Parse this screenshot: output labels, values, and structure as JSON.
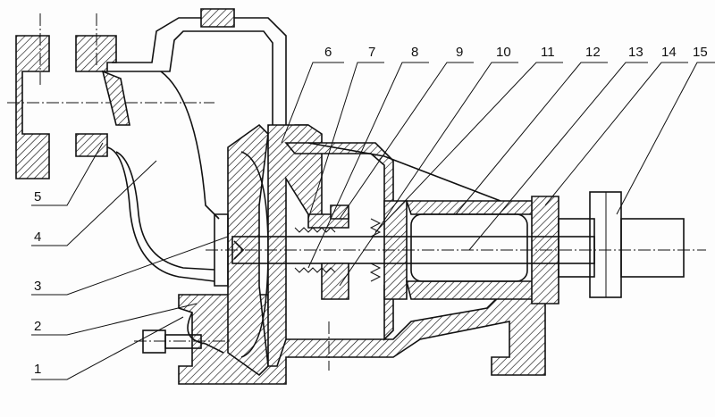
{
  "diagram": {
    "title": "Self-priming centrifugal pump sectional drawing",
    "callouts_left": [
      "1",
      "2",
      "3",
      "4",
      "5"
    ],
    "callouts_top": [
      "6",
      "7",
      "8",
      "9",
      "10",
      "11",
      "12",
      "13",
      "14",
      "15"
    ]
  }
}
